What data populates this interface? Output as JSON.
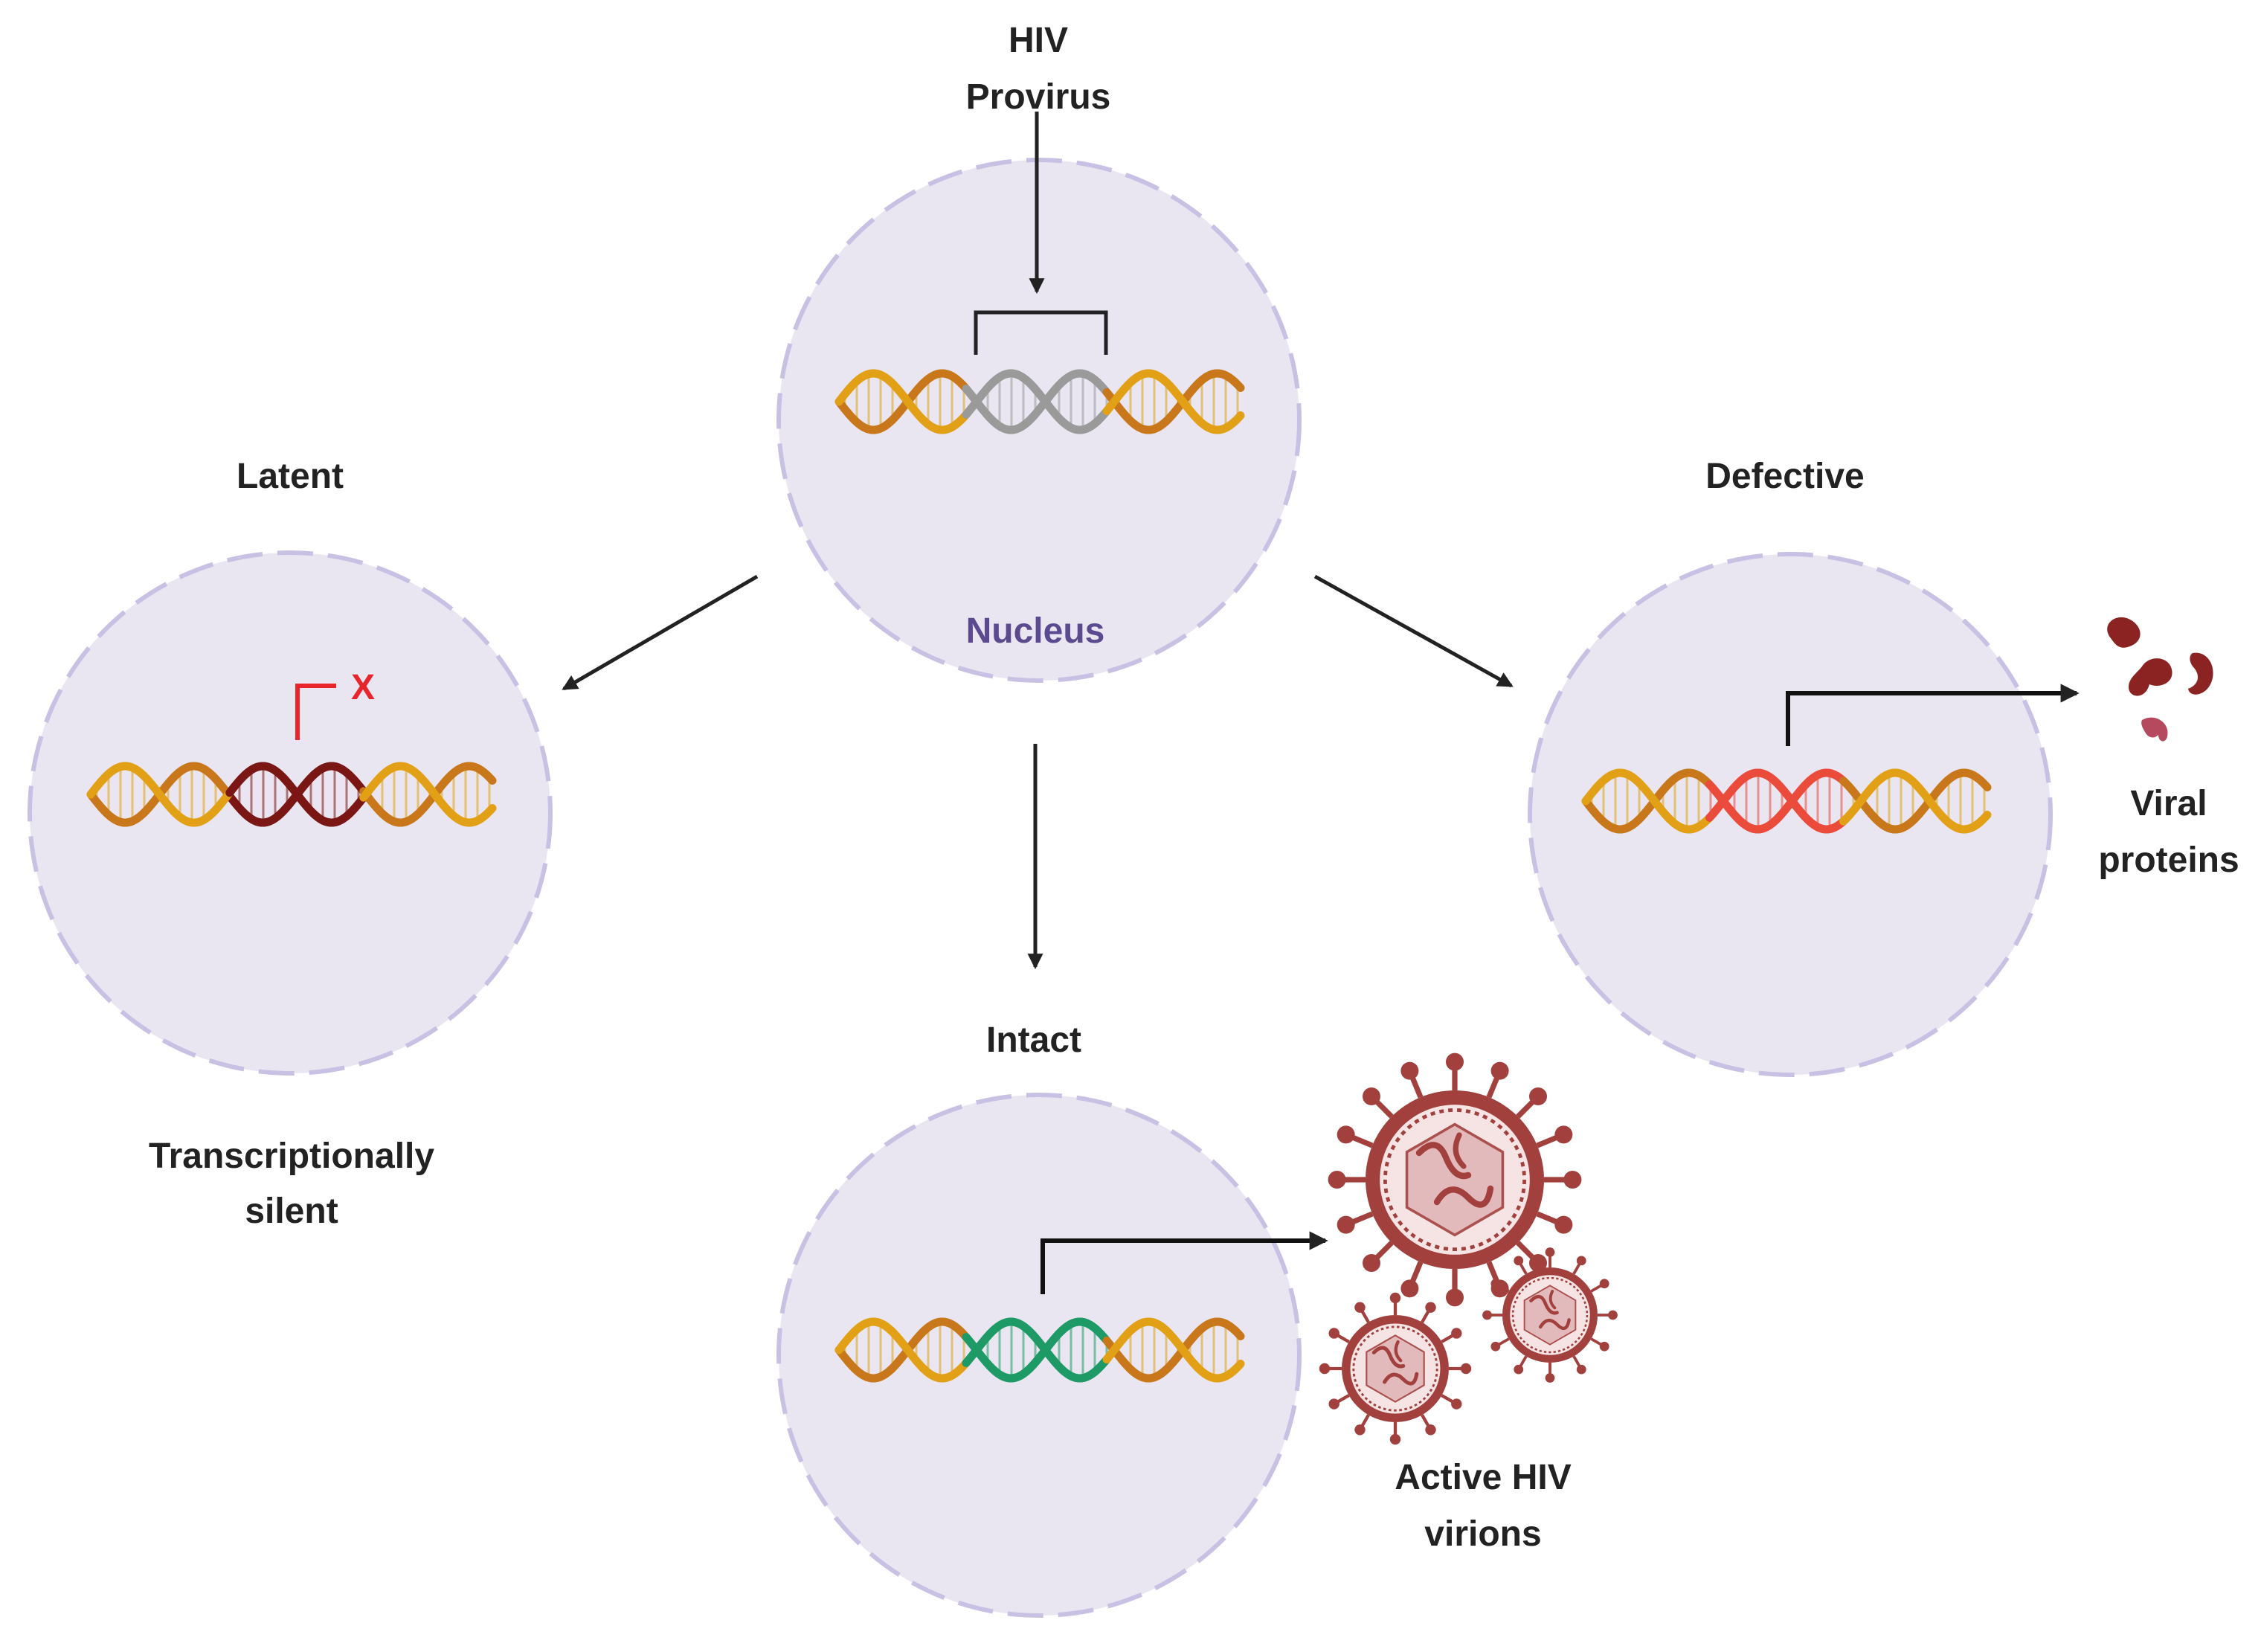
{
  "labels": {
    "provirus": [
      "HIV",
      "Provirus"
    ],
    "nucleus": "Nucleus",
    "latent": "Latent",
    "latent_desc": [
      "Transcriptionally",
      "silent"
    ],
    "block_mark": "X",
    "defective": "Defective",
    "viral_proteins": [
      "Viral",
      "proteins"
    ],
    "intact": "Intact",
    "virions": [
      "Active HIV",
      "virions"
    ]
  },
  "colors": {
    "nucleus_fill": "#e9e6f2",
    "nucleus_stroke": "#c9c1e3",
    "nucleus_label": "#5b4a8f",
    "dna_host_a": "#e1a016",
    "dna_host_b": "#c8781a",
    "provirus_grey": "#9a9a9a",
    "latent_dark": "#7a1614",
    "defective_red": "#ea4b3a",
    "intact_green": "#1e9a66",
    "block_red": "#e8252a",
    "arrow": "#222222",
    "virion": "#a2403d",
    "protein": "#8c2323"
  },
  "icons": {
    "dna": "dna-double-helix-icon",
    "virion": "virus-particle-icon",
    "protein": "protein-blob-icon"
  }
}
